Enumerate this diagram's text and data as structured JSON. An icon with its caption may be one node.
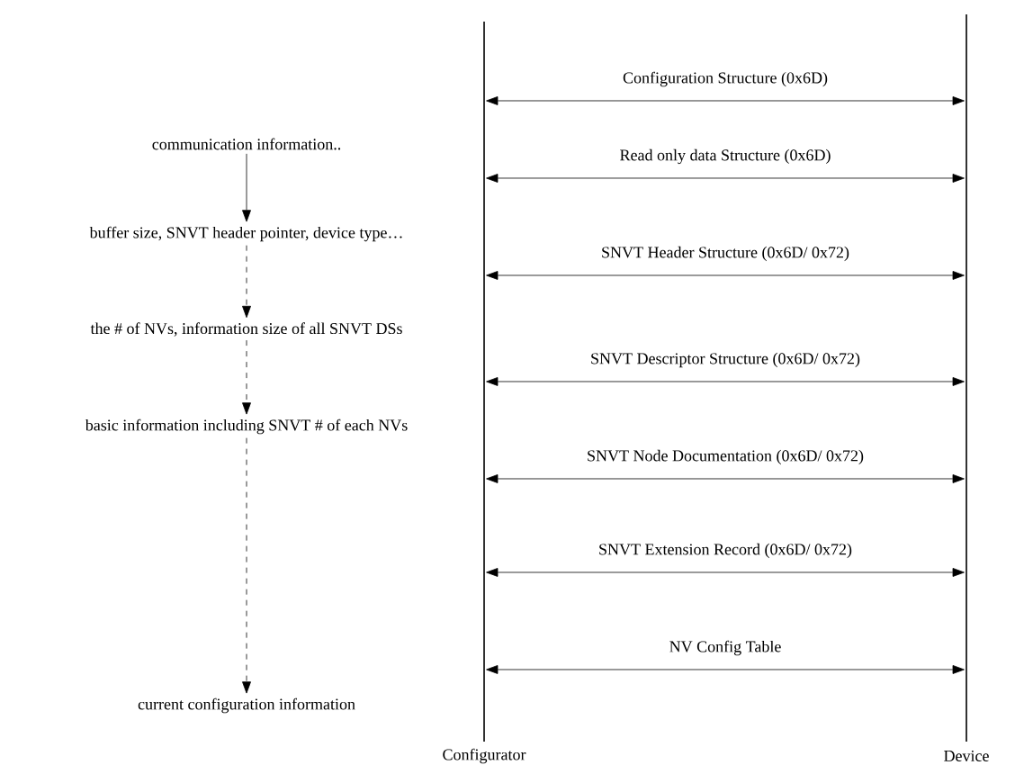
{
  "diagram": {
    "nodes": [
      {
        "text": [
          "communication information.."
        ]
      },
      {
        "text": [
          "buffer size, SNVT header pointer, device type…"
        ]
      },
      {
        "text": [
          "the # of NVs, information size of all SNVT DSs"
        ]
      },
      {
        "text": [
          "basic information including SNVT # of each NVs"
        ]
      },
      {
        "text": [
          "current configuration information"
        ]
      },
      {
        "text": [
          "Configurator"
        ]
      },
      {
        "text": [
          "Device"
        ]
      }
    ],
    "edges": [
      {
        "from": 0,
        "to": 1,
        "arrow": "to"
      },
      {
        "from": 1,
        "to": 2,
        "arrow": "to",
        "style": "dashed"
      },
      {
        "from": 2,
        "to": 3,
        "arrow": "to",
        "style": "dashed"
      },
      {
        "from": 3,
        "to": 4,
        "arrow": "to",
        "style": "dashed"
      },
      {
        "from": 5,
        "to": 6,
        "arrow": "both",
        "label": "Configuration Structure (0x6D)"
      },
      {
        "from": 5,
        "to": 6,
        "arrow": "both",
        "label": "Read only data Structure (0x6D)"
      },
      {
        "from": 5,
        "to": 6,
        "arrow": "both",
        "label": "SNVT Header Structure (0x6D/ 0x72)"
      },
      {
        "from": 5,
        "to": 6,
        "arrow": "both",
        "label": "SNVT Descriptor Structure (0x6D/ 0x72)"
      },
      {
        "from": 5,
        "to": 6,
        "arrow": "both",
        "label": "SNVT Node Documentation (0x6D/ 0x72)"
      },
      {
        "from": 5,
        "to": 6,
        "arrow": "both",
        "label": "SNVT Extension Record (0x6D/ 0x72)"
      },
      {
        "from": 5,
        "to": 6,
        "arrow": "both",
        "label": "NV Config Table"
      }
    ]
  }
}
